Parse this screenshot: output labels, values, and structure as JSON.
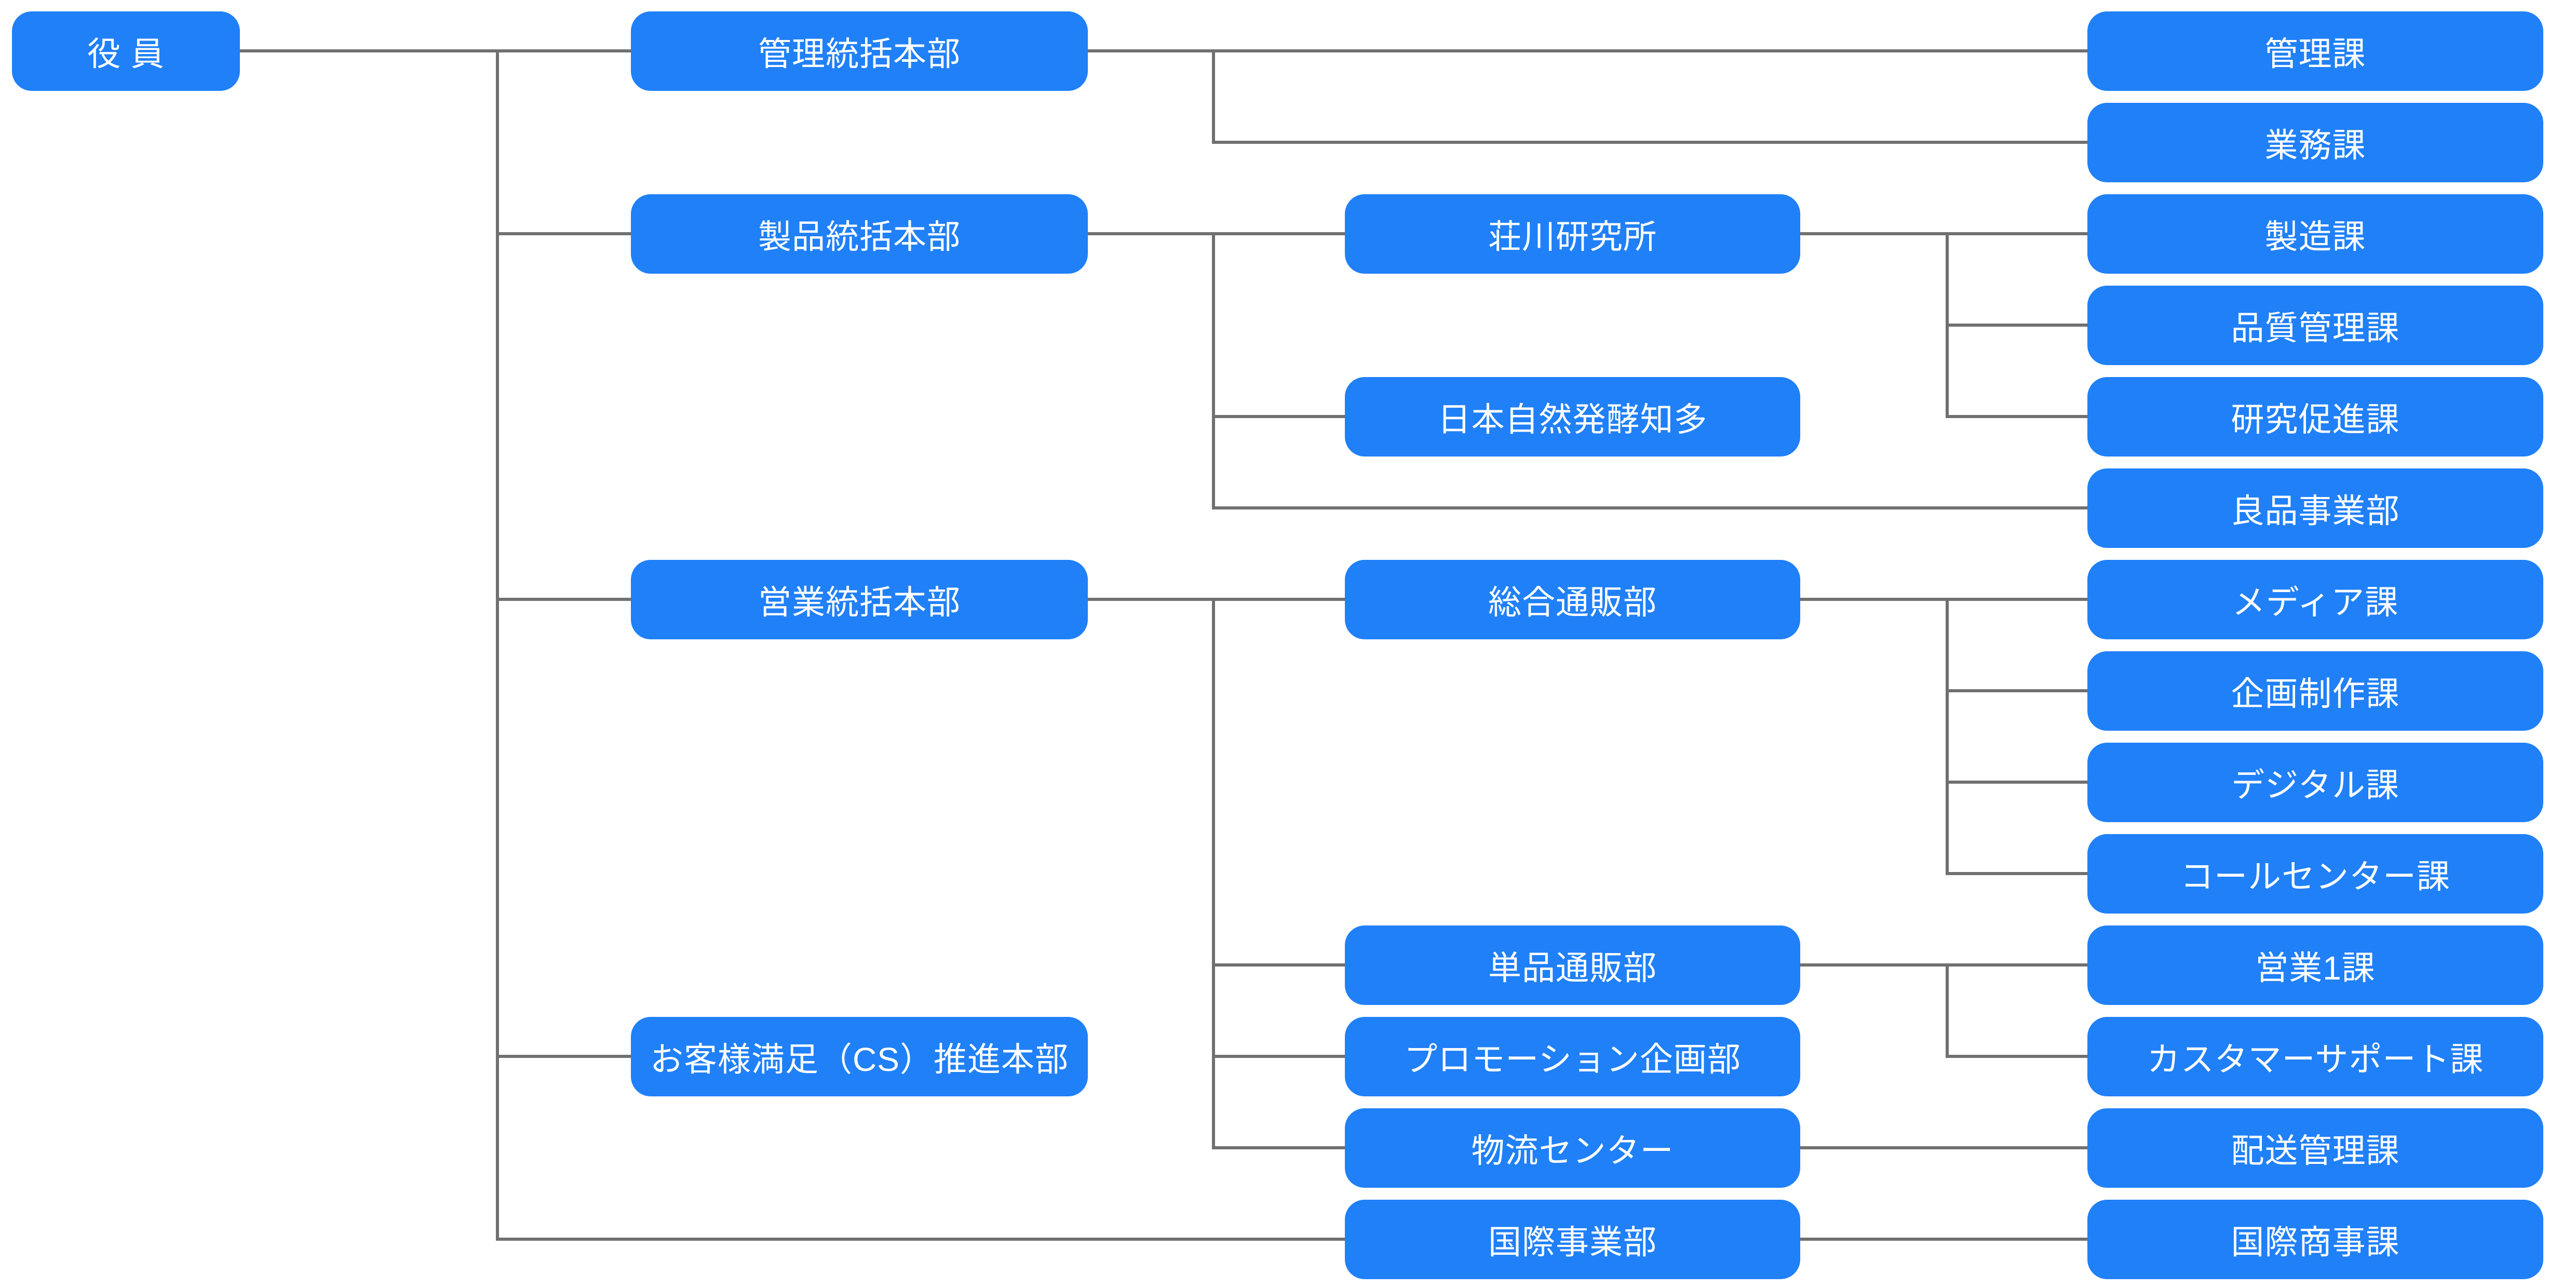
{
  "colors": {
    "background": "#ffffff",
    "node_fill": "#2080f8",
    "node_text": "#ffffff",
    "connector": "#707070"
  },
  "nodes": {
    "yakuin": {
      "label": "役 員"
    },
    "kanri_hq": {
      "label": "管理統括本部"
    },
    "kanri_ka": {
      "label": "管理課"
    },
    "gyomu_ka": {
      "label": "業務課"
    },
    "seihin_hq": {
      "label": "製品統括本部"
    },
    "shokawa_lab": {
      "label": "荘川研究所"
    },
    "seizo_ka": {
      "label": "製造課"
    },
    "hinshitsu_kanri_ka": {
      "label": "品質管理課"
    },
    "kenkyu_sokushin_ka": {
      "label": "研究促進課"
    },
    "nihon_shizen_hakko_chita": {
      "label": "日本自然発酵知多"
    },
    "ryohin_jigyobu": {
      "label": "良品事業部"
    },
    "eigyo_hq": {
      "label": "営業統括本部"
    },
    "sogo_tsuhanbu": {
      "label": "総合通販部"
    },
    "media_ka": {
      "label": "メディア課"
    },
    "kikaku_seisaku_ka": {
      "label": "企画制作課"
    },
    "digital_ka": {
      "label": "デジタル課"
    },
    "call_center_ka": {
      "label": "コールセンター課"
    },
    "tanpin_tsuhanbu": {
      "label": "単品通販部"
    },
    "eigyo_1_ka": {
      "label": "営業1課"
    },
    "customer_support_ka": {
      "label": "カスタマーサポート課"
    },
    "promotion_kikakubu": {
      "label": "プロモーション企画部"
    },
    "butsuryu_center": {
      "label": "物流センター"
    },
    "haiso_kanri_ka": {
      "label": "配送管理課"
    },
    "cs_suishin_hq": {
      "label": "お客様満足（CS）推進本部"
    },
    "kokusai_jigyobu": {
      "label": "国際事業部"
    },
    "kokusai_shoji_ka": {
      "label": "国際商事課"
    }
  },
  "hierarchy": {
    "root": "yakuin",
    "children": [
      {
        "id": "kanri_hq",
        "children": [
          {
            "id": "kanri_ka"
          },
          {
            "id": "gyomu_ka"
          }
        ]
      },
      {
        "id": "seihin_hq",
        "children": [
          {
            "id": "shokawa_lab",
            "children": [
              {
                "id": "seizo_ka"
              },
              {
                "id": "hinshitsu_kanri_ka"
              },
              {
                "id": "kenkyu_sokushin_ka"
              }
            ]
          },
          {
            "id": "nihon_shizen_hakko_chita"
          },
          {
            "id": "ryohin_jigyobu"
          }
        ]
      },
      {
        "id": "eigyo_hq",
        "children": [
          {
            "id": "sogo_tsuhanbu",
            "children": [
              {
                "id": "media_ka"
              },
              {
                "id": "kikaku_seisaku_ka"
              },
              {
                "id": "digital_ka"
              },
              {
                "id": "call_center_ka"
              }
            ]
          },
          {
            "id": "tanpin_tsuhanbu",
            "children": [
              {
                "id": "eigyo_1_ka"
              },
              {
                "id": "customer_support_ka"
              }
            ]
          },
          {
            "id": "promotion_kikakubu"
          },
          {
            "id": "butsuryu_center",
            "children": [
              {
                "id": "haiso_kanri_ka"
              }
            ]
          }
        ]
      },
      {
        "id": "cs_suishin_hq"
      },
      {
        "id": "kokusai_jigyobu",
        "children": [
          {
            "id": "kokusai_shoji_ka"
          }
        ]
      }
    ]
  }
}
